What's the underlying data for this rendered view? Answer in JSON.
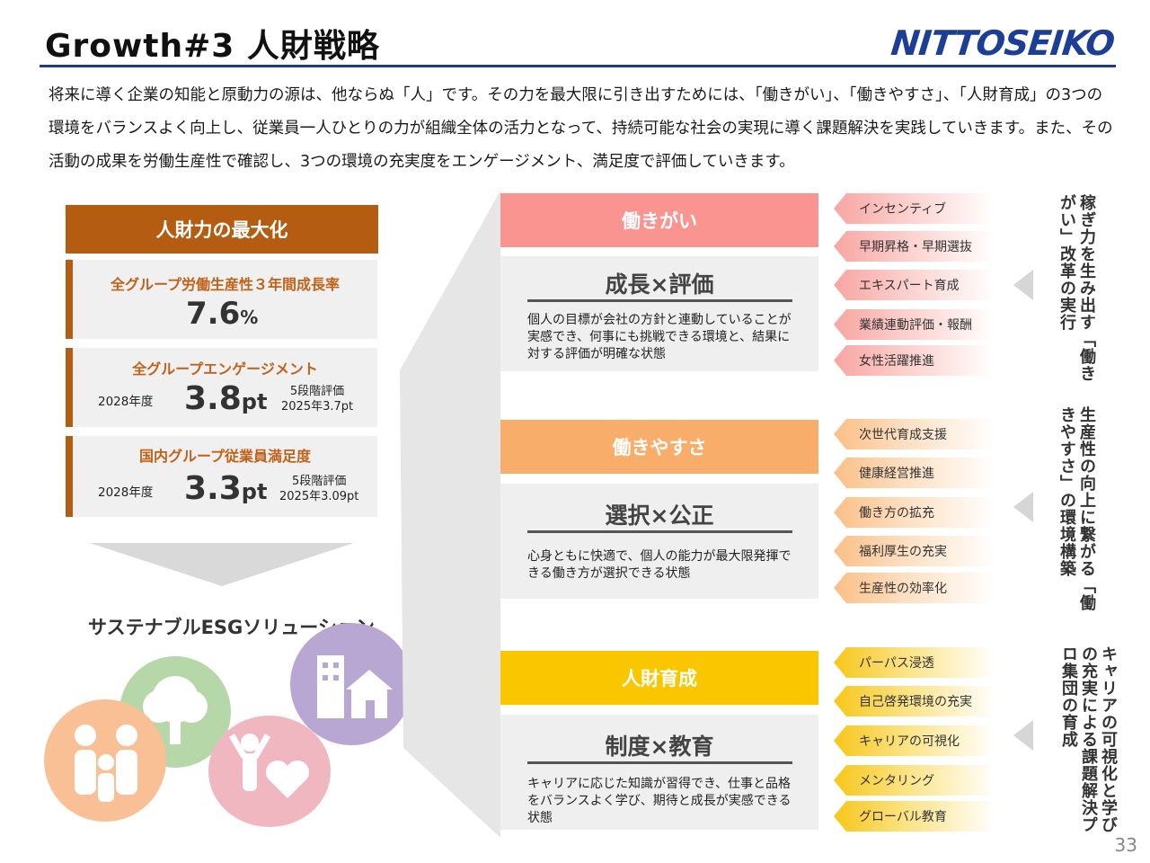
{
  "header": {
    "title": "Growth#3 人財戦略",
    "logo_text": "NITTOSEIKO",
    "brand_color": "#1c3f95"
  },
  "intro": "将来に導く企業の知能と原動力の源は、他ならぬ「人」です。その力を最大限に引き出すためには、「働きがい」、「働きやすさ」、「人財育成」の3つの環境をバランスよく向上し、従業員一人ひとりの力が組織全体の活力となって、持続可能な社会の実現に導く課題解決を実践していきます。また、その活動の成果を労働生産性で確認し、3つの環境の充実度をエンゲージメント、満足度で評価していきます。",
  "left_panel": {
    "header": "人財力の最大化",
    "kpis": [
      {
        "label": "全グループ労働生産性３年間成長率",
        "value": "7.6",
        "unit": "%"
      },
      {
        "label": "全グループエンゲージメント",
        "year": "2028年度",
        "value": "3.8",
        "unit": "pt",
        "note1": "5段階評価",
        "note2": "2025年3.7pt"
      },
      {
        "label": "国内グループ従業員満足度",
        "year": "2028年度",
        "value": "3.3",
        "unit": "pt",
        "note1": "5段階評価",
        "note2": "2025年3.09pt"
      }
    ],
    "esg_title": "サステナブルESGソリューション"
  },
  "categories": [
    {
      "header": "働きがい",
      "color": "#f99491",
      "title": "成長×評価",
      "desc": "個人の目標が会社の方針と連動していることが実感でき、何事にも挑戦できる環境と、結果に対する評価が明確な状態",
      "tags": [
        "インセンティブ",
        "早期昇格・早期選抜",
        "エキスパート育成",
        "業績連動評価・報酬",
        "女性活躍推進"
      ],
      "side": "稼ぎ力を生み出す「働きがい」改革の実行"
    },
    {
      "header": "働きやすさ",
      "color": "#f9ad6a",
      "title": "選択×公正",
      "desc": "心身ともに快適で、個人の能力が最大限発揮できる働き方が選択できる状態",
      "tags": [
        "次世代育成支援",
        "健康経営推進",
        "働き方の拡充",
        "福利厚生の充実",
        "生産性の効率化"
      ],
      "side": "生産性の向上に繋がる「働きやすさ」の環境構築"
    },
    {
      "header": "人財育成",
      "color": "#f9c600",
      "title": "制度×教育",
      "desc": "キャリアに応じた知識が習得でき、仕事と品格をバランスよく学び、期待と成長が実感できる状態",
      "tags": [
        "パーパス浸透",
        "自己啓発環境の充実",
        "キャリアの可視化",
        "メンタリング",
        "グローバル教育"
      ],
      "side": "キャリアの可視化と学びの充実による課題解決プロ集団の育成"
    }
  ],
  "page_number": "33"
}
